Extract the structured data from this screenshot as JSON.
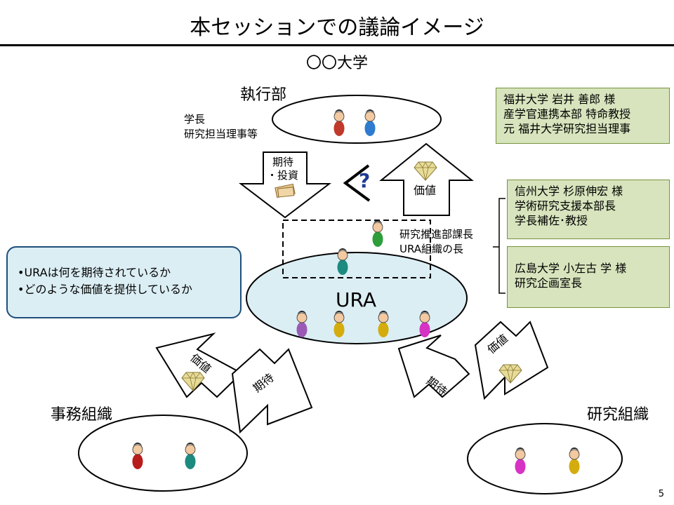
{
  "title": "本セッションでの議論イメージ",
  "university": "〇〇大学",
  "executive": {
    "label": "執行部",
    "roles": [
      "学長",
      "研究担当理事等"
    ]
  },
  "ura": {
    "label": "URA",
    "head_roles": [
      "研究推進部課長",
      "URA組織の長"
    ]
  },
  "arrows": {
    "expectation_investment": [
      "期待",
      "・投資"
    ],
    "value": "価値",
    "expectation": "期待",
    "question_mark": "?"
  },
  "admin_org": "事務組織",
  "research_org": "研究組織",
  "questions": [
    "•URAは何を期待されているか",
    "•どのような価値を提供しているか"
  ],
  "speakers": [
    [
      "福井大学 岩井 善郎 様",
      "産学官連携本部 特命教授",
      "元 福井大学研究担当理事"
    ],
    [
      "信州大学 杉原伸宏 様",
      "学術研究支援本部長",
      "学長補佐･教授"
    ],
    [
      "広島大学 小左古 学 様",
      "研究企画室長"
    ]
  ],
  "page_number": "5",
  "colors": {
    "speaker_box": "#d7e4bd",
    "question_box": "#dbeef4",
    "ura_ellipse": "#dbeef4"
  }
}
